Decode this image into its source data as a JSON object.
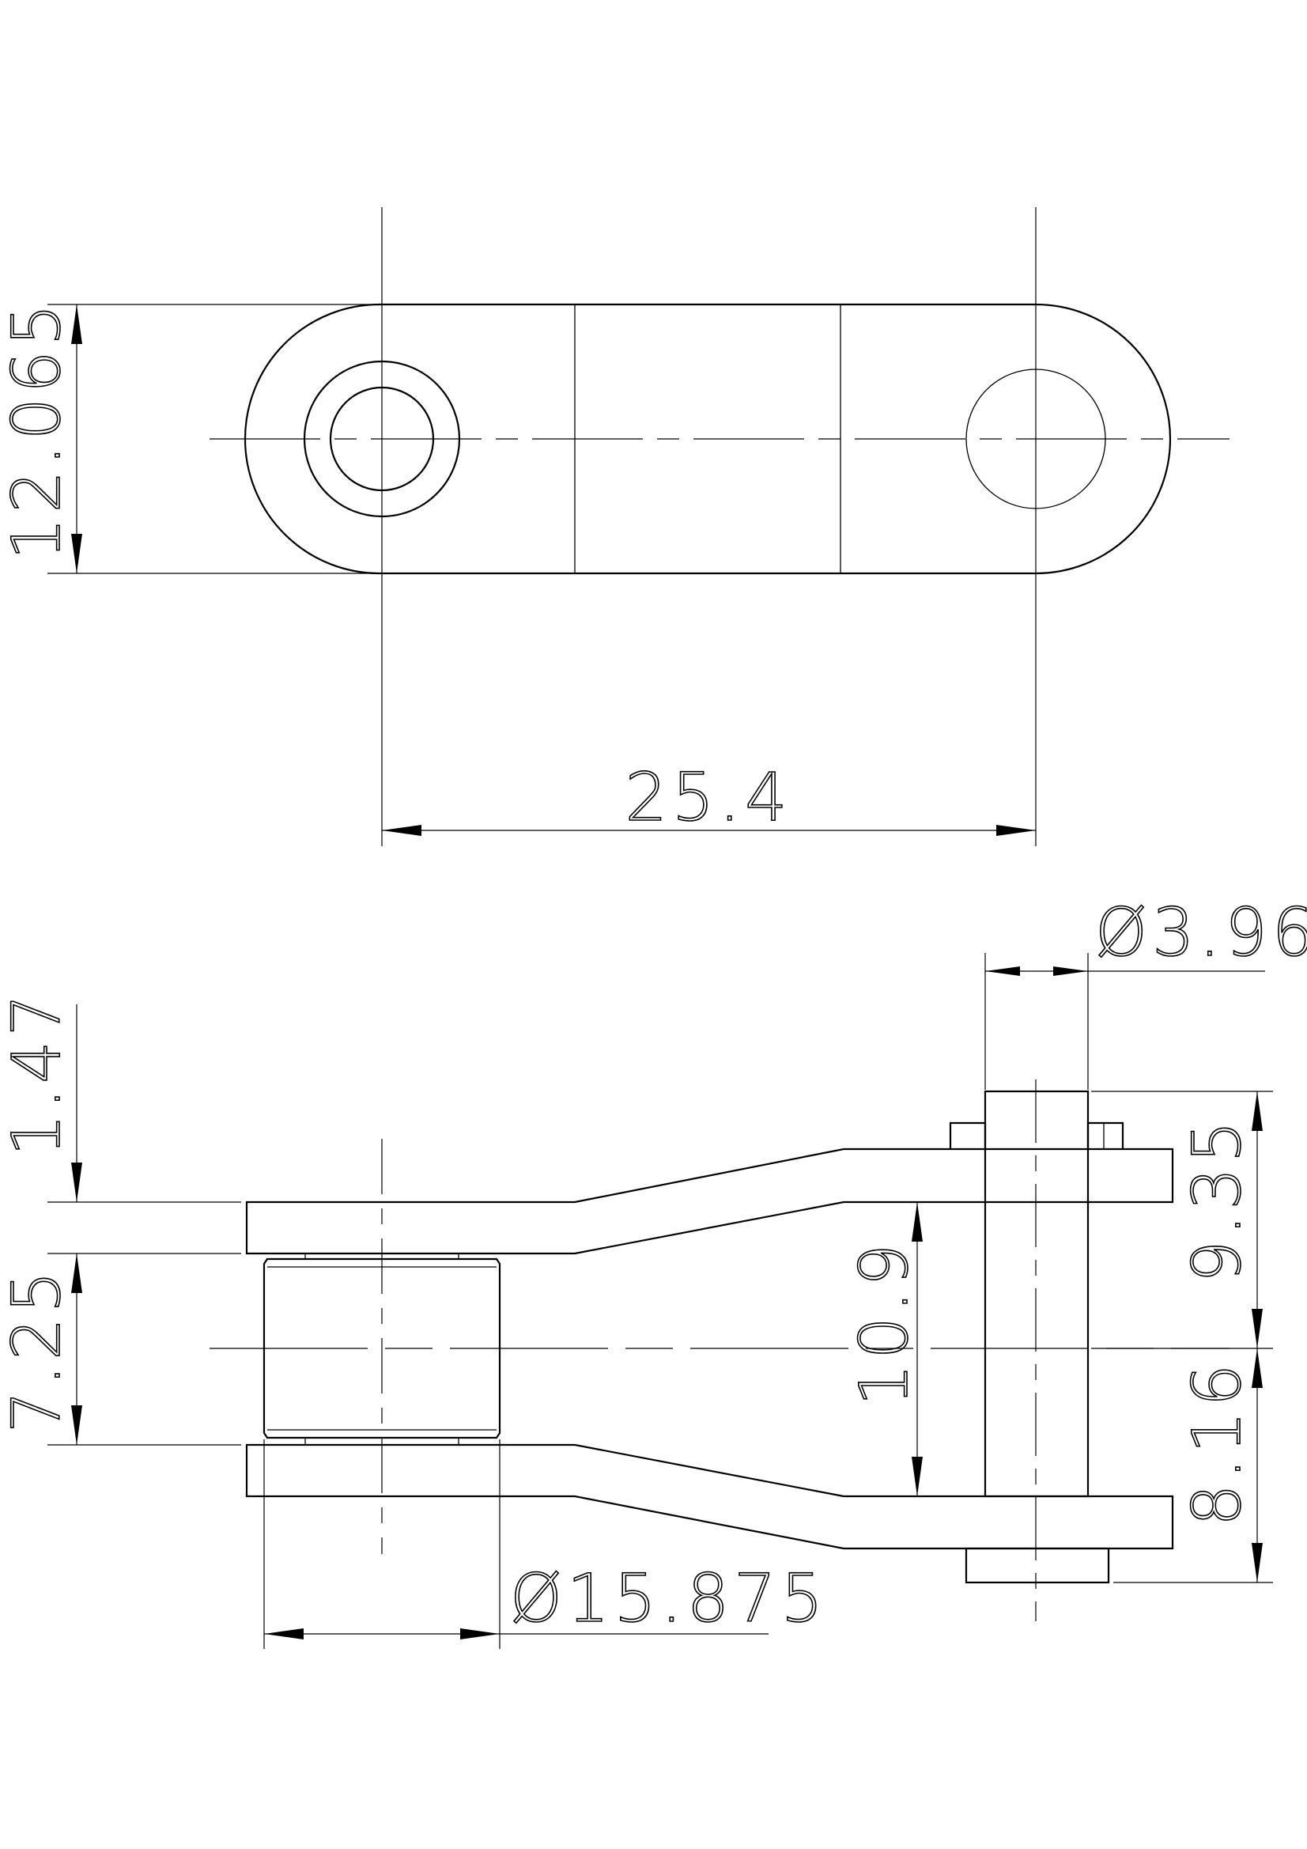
{
  "drawing": {
    "dimensions": {
      "top_height": "12.065",
      "top_pitch": "25.4",
      "pin_diameter": "Ø3.96",
      "plate_thickness": "1.47",
      "roller_half_width": "7.25",
      "inner_width": "10.9",
      "pin_upper_length": "9.35",
      "pin_lower_length": "8.16",
      "roller_diameter": "Ø15.875"
    }
  }
}
